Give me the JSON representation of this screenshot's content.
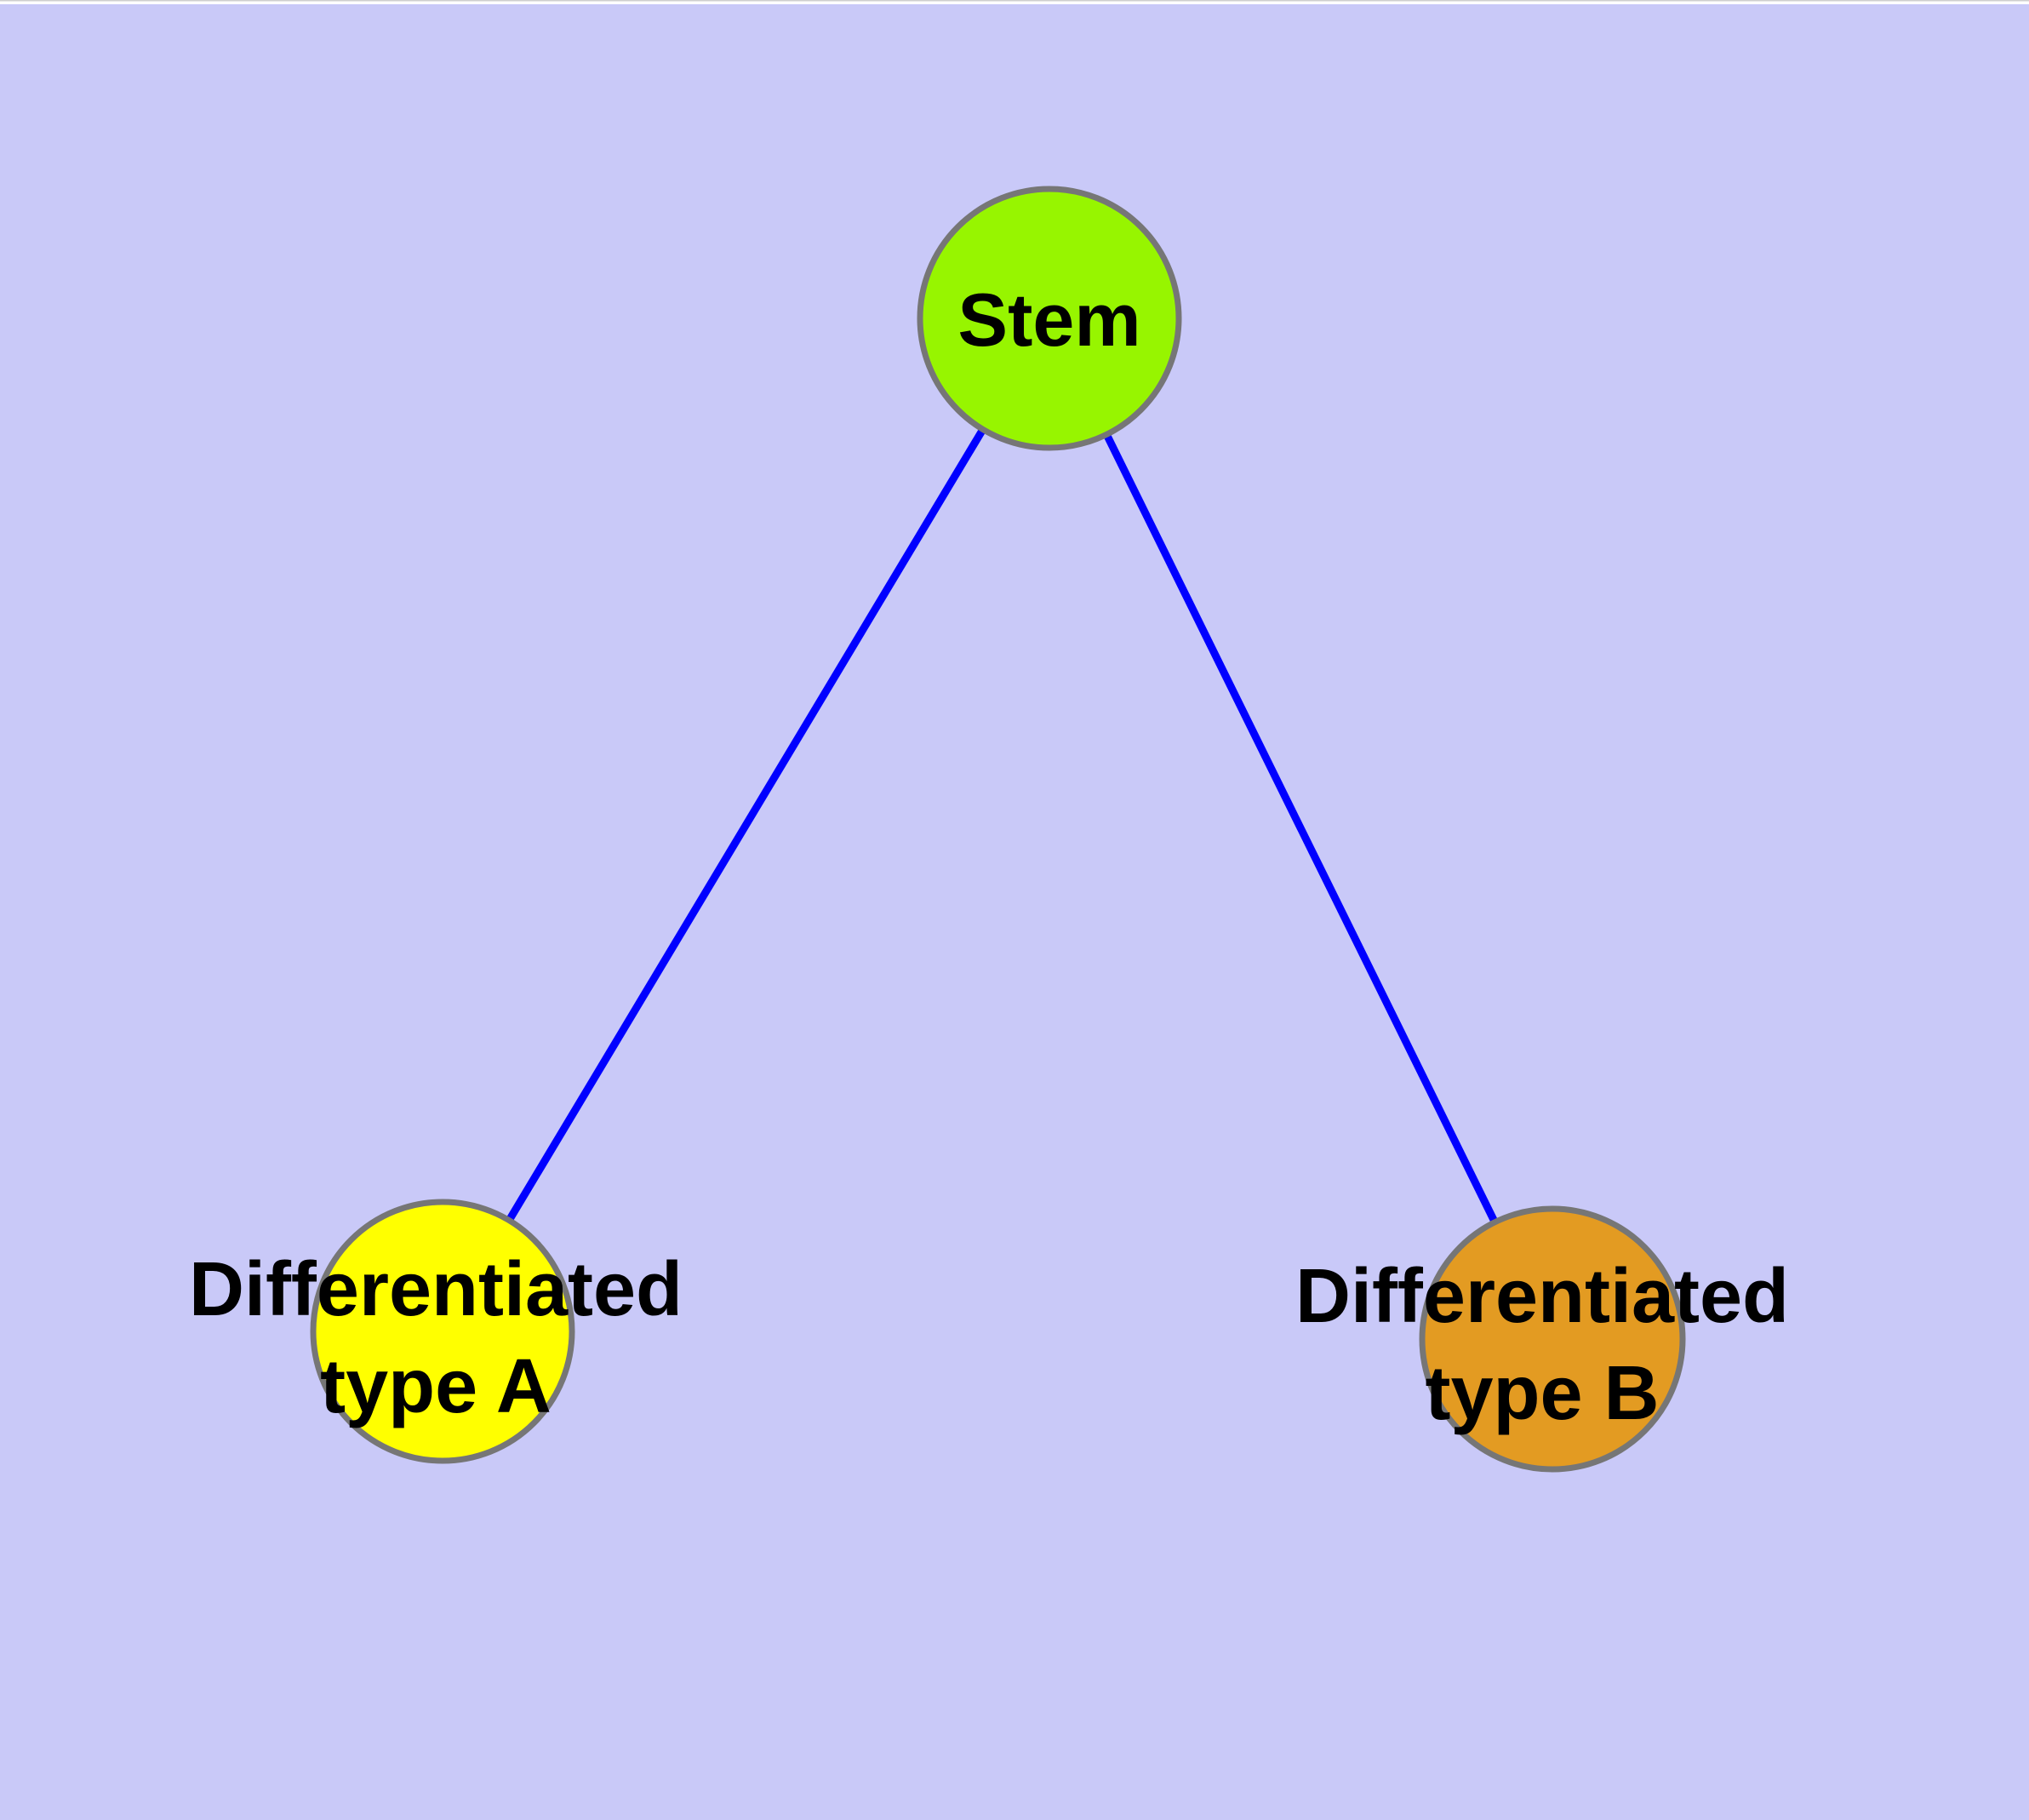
{
  "canvas": {
    "background": "#C9C9F8",
    "top_margin_color": "#FFFFFF",
    "top_margin_line_color": "#CFCFCF"
  },
  "diagram": {
    "type": "graph",
    "description": "Stem cell differentiation tree",
    "node_style": {
      "border_color": "#767676",
      "text_color": "#000000"
    },
    "edge_style": {
      "color": "#0000FF"
    },
    "nodes": [
      {
        "id": "stem",
        "label": "Stem",
        "line1": "Stem",
        "line2": "",
        "fill": "#97F500"
      },
      {
        "id": "differentiated-type-a",
        "label": "Differentiated type A",
        "line1": "Differentiated",
        "line2": "type A",
        "fill": "#FFFF00"
      },
      {
        "id": "differentiated-type-b",
        "label": "Differentiated type B",
        "line1": "Differentiated",
        "line2": "type B",
        "fill": "#E39B22"
      }
    ],
    "edges": [
      {
        "from": "stem",
        "to": "differentiated-type-a"
      },
      {
        "from": "stem",
        "to": "differentiated-type-b"
      }
    ]
  }
}
